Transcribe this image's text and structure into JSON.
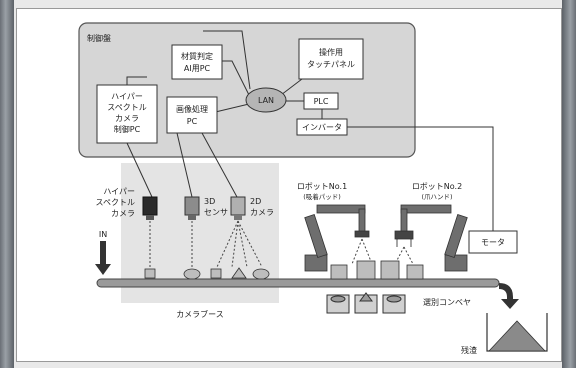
{
  "control_panel": {
    "title": "制御盤",
    "material_pc": [
      "材質判定",
      "AI用PC"
    ],
    "hyper_pc": [
      "ハイパー",
      "スペクトル",
      "カメラ",
      "制御PC"
    ],
    "lan": "LAN",
    "touch_panel": [
      "操作用",
      "タッチパネル"
    ],
    "image_pc": [
      "画像処理",
      "PC"
    ],
    "plc": "PLC",
    "inverter": "インバータ"
  },
  "cameras": {
    "hyper_label": [
      "ハイパー",
      "スペクトル",
      "カメラ"
    ],
    "sensor3d_label": [
      "3D",
      "センサ"
    ],
    "camera2d_label": [
      "2D",
      "カメラ"
    ]
  },
  "robots": {
    "robot1": [
      "ロボットNo.1",
      "(吸着パッド)"
    ],
    "robot2": [
      "ロボットNo.2",
      "(爪ハンド)"
    ]
  },
  "motor": "モータ",
  "in_label": "IN",
  "camera_booth": "カメラブース",
  "sorting_conveyor": "選別コンベヤ",
  "residue": "残渣",
  "colors": {
    "panel_fill": "#d6d6d6",
    "booth_fill": "#e4e4e4",
    "box_fill": "#ffffff",
    "dark": "#3a3a3a",
    "robot": "#6e6e6e"
  }
}
